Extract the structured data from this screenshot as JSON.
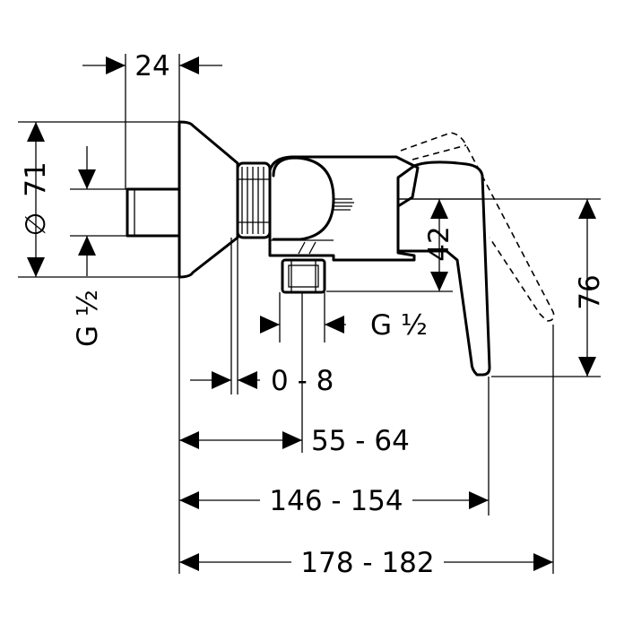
{
  "dimensions": {
    "d24": "24",
    "d71": "71",
    "dia": "∅",
    "g_left": "G ½",
    "g_right": "G ½",
    "d42": "42",
    "d76": "76",
    "d0_8": "0 - 8",
    "d55_64": "55 - 64",
    "d146_154": "146 - 154",
    "d178_182": "178 - 182"
  },
  "colors": {
    "ink": "#000000",
    "background": "#ffffff"
  }
}
